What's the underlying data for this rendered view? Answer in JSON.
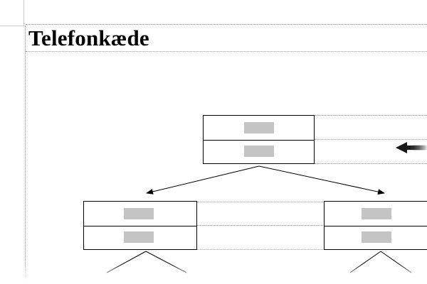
{
  "document": {
    "title": "Telefonkæde"
  },
  "diagram": {
    "type": "phone-chain",
    "nodes": [
      {
        "id": "top",
        "rows": 2,
        "fields": [
          "",
          ""
        ]
      },
      {
        "id": "left",
        "rows": 2,
        "fields": [
          "",
          ""
        ]
      },
      {
        "id": "right",
        "rows": 2,
        "fields": [
          "",
          ""
        ]
      }
    ],
    "edges": [
      {
        "from": "top",
        "to": "left"
      },
      {
        "from": "top",
        "to": "right"
      }
    ]
  }
}
